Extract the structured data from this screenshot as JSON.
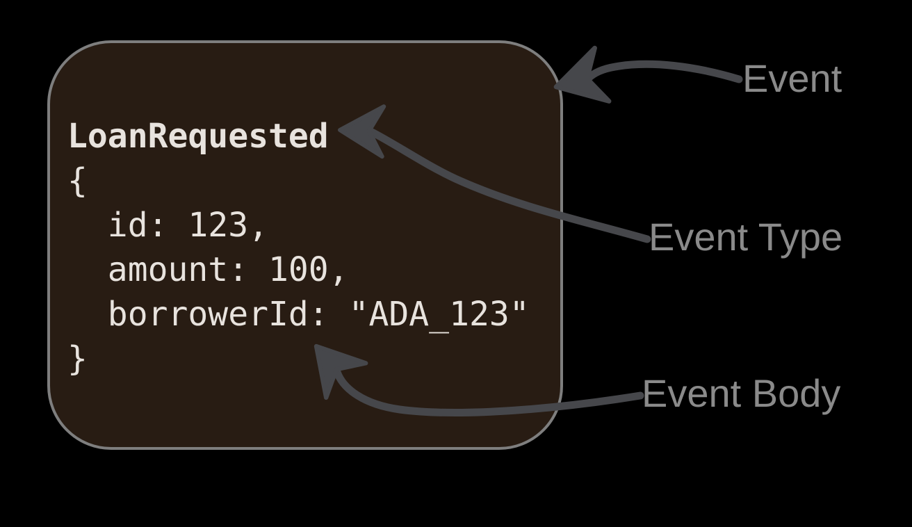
{
  "card": {
    "event_type": "LoanRequested",
    "event_body": "{\n  id: 123,\n  amount: 100,\n  borrowerId: \"ADA_123\"\n}",
    "fields": [
      {
        "key": "id",
        "value": "123"
      },
      {
        "key": "amount",
        "value": "100"
      },
      {
        "key": "borrowerId",
        "value": "\"ADA_123\""
      }
    ]
  },
  "annotations": [
    {
      "label": "Event",
      "target": "event-card"
    },
    {
      "label": "Event Type",
      "target": "event-type-text"
    },
    {
      "label": "Event Body",
      "target": "event-body-text"
    }
  ],
  "colors": {
    "background": "#000000",
    "card_bg": "#281c13",
    "card_border": "#7e7e7e",
    "code_text": "#e8e3de",
    "label_text": "#8a8a8a",
    "arrow_color": "#46474b"
  }
}
